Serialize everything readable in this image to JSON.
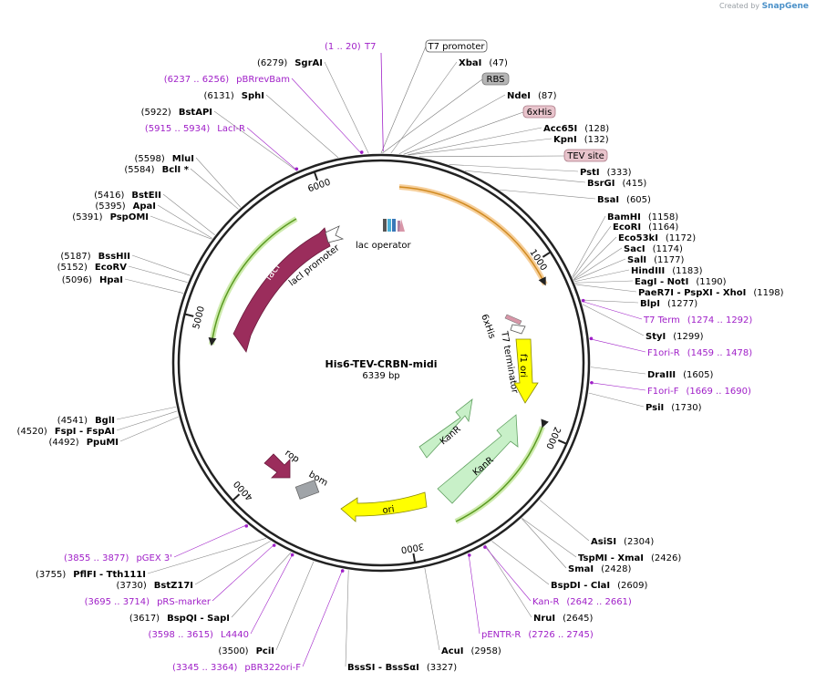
{
  "brand": {
    "created_by": "Created by",
    "name": "SnapGene"
  },
  "plasmid": {
    "name": "His6-TEV-CRBN-midi",
    "length_label": "6339 bp",
    "length": 6339
  },
  "ticks": [
    {
      "pos": 1000,
      "label": "1000"
    },
    {
      "pos": 2000,
      "label": "2000"
    },
    {
      "pos": 3000,
      "label": "3000"
    },
    {
      "pos": 4000,
      "label": "4000"
    },
    {
      "pos": 5000,
      "label": "5000"
    },
    {
      "pos": 6000,
      "label": "6000"
    }
  ],
  "top_primer": {
    "range": "(1 .. 20)",
    "name": "T7"
  },
  "boxed_labels": [
    {
      "text": "T7 promoter",
      "fill": "#ffffff",
      "stroke": "#555555"
    },
    {
      "text": "RBS",
      "fill": "#b5b5b5",
      "stroke": "#777777"
    },
    {
      "text": "6xHis",
      "fill": "#e8c4cc",
      "stroke": "#aa7a86"
    },
    {
      "text": "TEV site",
      "fill": "#e8c4cc",
      "stroke": "#aa7a86"
    }
  ],
  "right_sites": [
    {
      "name": "XbaI",
      "num": "(47)"
    },
    {
      "name": "NdeI",
      "num": "(87)"
    },
    {
      "name": "Acc65I",
      "num": "(128)"
    },
    {
      "name": "KpnI",
      "num": "(132)"
    },
    {
      "name": "PstI",
      "num": "(333)"
    },
    {
      "name": "BsrGI",
      "num": "(415)"
    },
    {
      "name": "BsaI",
      "num": "(605)"
    },
    {
      "name": "BamHI",
      "num": "(1158)"
    },
    {
      "name": "EcoRI",
      "num": "(1164)"
    },
    {
      "name": "Eco53kI",
      "num": "(1172)"
    },
    {
      "name": "SacI",
      "num": "(1174)"
    },
    {
      "name": "SalI",
      "num": "(1177)"
    },
    {
      "name": "HindIII",
      "num": "(1183)"
    },
    {
      "name": "EagI - NotI",
      "num": "(1190)"
    },
    {
      "name": "PaeR7I - PspXI - XhoI",
      "num": "(1198)"
    },
    {
      "name": "BlpI",
      "num": "(1277)"
    },
    {
      "name": "StyI",
      "num": "(1299)"
    },
    {
      "name": "DraIII",
      "num": "(1605)"
    },
    {
      "name": "PsiI",
      "num": "(1730)"
    },
    {
      "name": "AsiSI",
      "num": "(2304)"
    },
    {
      "name": "TspMI - XmaI",
      "num": "(2426)"
    },
    {
      "name": "SmaI",
      "num": "(2428)"
    },
    {
      "name": "BspDI - ClaI",
      "num": "(2609)"
    },
    {
      "name": "NruI",
      "num": "(2645)"
    },
    {
      "name": "AcuI",
      "num": "(2958)"
    },
    {
      "name": "BssSI - BssSαI",
      "num": "(3327)"
    }
  ],
  "right_primers": [
    {
      "name": "T7 Term",
      "range": "(1274 .. 1292)"
    },
    {
      "name": "F1ori-R",
      "range": "(1459 .. 1478)"
    },
    {
      "name": "F1ori-F",
      "range": "(1669 .. 1690)"
    },
    {
      "name": "Kan-R",
      "range": "(2642 .. 2661)"
    },
    {
      "name": "pENTR-R",
      "range": "(2726 .. 2745)"
    }
  ],
  "left_sites": [
    {
      "name": "SgrAI",
      "num": "(6279)"
    },
    {
      "name": "SphI",
      "num": "(6131)"
    },
    {
      "name": "BstAPI",
      "num": "(5922)"
    },
    {
      "name": "MluI",
      "num": "(5598)"
    },
    {
      "name": "BclI *",
      "num": "(5584)"
    },
    {
      "name": "BstEII",
      "num": "(5416)"
    },
    {
      "name": "ApaI",
      "num": "(5395)"
    },
    {
      "name": "PspOMI",
      "num": "(5391)"
    },
    {
      "name": "BssHII",
      "num": "(5187)"
    },
    {
      "name": "EcoRV",
      "num": "(5152)"
    },
    {
      "name": "HpaI",
      "num": "(5096)"
    },
    {
      "name": "BglI",
      "num": "(4541)"
    },
    {
      "name": "FspI - FspAI",
      "num": "(4520)"
    },
    {
      "name": "PpuMI",
      "num": "(4492)"
    },
    {
      "name": "PflFI - Tth111I",
      "num": "(3755)"
    },
    {
      "name": "BstZ17I",
      "num": "(3730)"
    },
    {
      "name": "BspQI - SapI",
      "num": "(3617)"
    },
    {
      "name": "PciI",
      "num": "(3500)"
    }
  ],
  "left_primers": [
    {
      "name": "pBRrevBam",
      "range": "(6237 .. 6256)"
    },
    {
      "name": "LacI-R",
      "range": "(5915 .. 5934)"
    },
    {
      "name": "pGEX 3'",
      "range": "(3855 .. 3877)"
    },
    {
      "name": "pRS-marker",
      "range": "(3695 .. 3714)"
    },
    {
      "name": "L4440",
      "range": "(3598 .. 3615)"
    },
    {
      "name": "pBR322ori-F",
      "range": "(3345 .. 3364)"
    }
  ],
  "features": [
    {
      "name": "lacI",
      "color": "#9b2d5c"
    },
    {
      "name": "lacI promoter",
      "color": "#ffffff"
    },
    {
      "name": "lac operator",
      "color": "#4ab0d8"
    },
    {
      "name": "6xHis",
      "color": "#d896a8"
    },
    {
      "name": "T7 terminator",
      "color": "#ffffff"
    },
    {
      "name": "f1 ori",
      "color": "#ffff00"
    },
    {
      "name": "KanR",
      "color": "#c8f0c8"
    },
    {
      "name": "KanR",
      "color": "#c8f0c8"
    },
    {
      "name": "ori",
      "color": "#ffff00"
    },
    {
      "name": "rop",
      "color": "#9b2d5c"
    },
    {
      "name": "bom",
      "color": "#a0a4a8"
    }
  ],
  "colors": {
    "primer": "#a020c8",
    "orf_green": "#7ab830",
    "orf_orange": "#e8a030",
    "backbone": "#222222"
  }
}
